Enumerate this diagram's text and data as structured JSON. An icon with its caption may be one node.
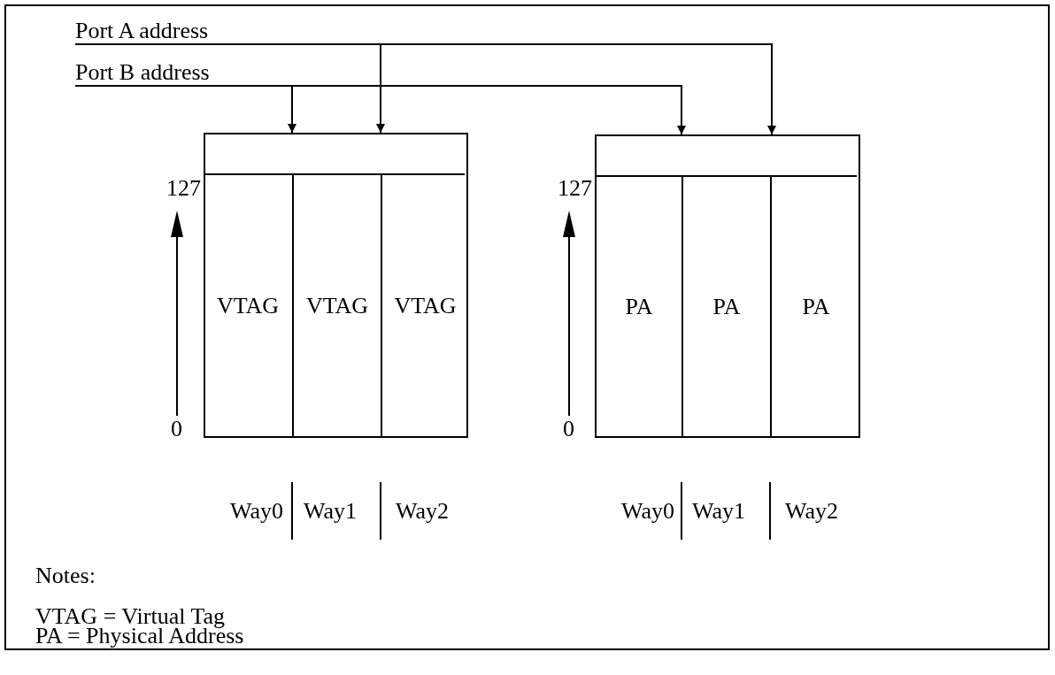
{
  "diagram": {
    "nodes": [
      {
        "text": [
          "Port A address"
        ]
      },
      {
        "text": [
          "Port B address"
        ]
      },
      {
        "text": [],
        "shape": "box"
      },
      {
        "text": [],
        "shape": "box",
        "in": 2
      },
      {
        "text": [
          "VTAG"
        ],
        "in": 2
      },
      {
        "text": [
          "VTAG"
        ],
        "in": 2
      },
      {
        "text": [
          "VTAG"
        ],
        "in": 2
      },
      {
        "text": [],
        "shape": "box"
      },
      {
        "text": [],
        "shape": "box",
        "in": 7
      },
      {
        "text": [
          "PA"
        ],
        "in": 7
      },
      {
        "text": [
          "PA"
        ],
        "in": 7
      },
      {
        "text": [
          "PA"
        ],
        "in": 7
      }
    ],
    "edges": [
      {
        "from": 0,
        "to": 3,
        "arrow": "to"
      },
      {
        "from": 0,
        "to": 8,
        "arrow": "to"
      },
      {
        "from": 1,
        "to": 3,
        "arrow": "to"
      },
      {
        "from": 1,
        "to": 8,
        "arrow": "to"
      }
    ],
    "labels": [
      "127",
      "0",
      "Way0",
      "Way1",
      "Way2",
      "127",
      "0",
      "Way0",
      "Way1",
      "Way2",
      "Notes:",
      "VTAG = Virtual Tag",
      "PA = Physical Address"
    ]
  }
}
